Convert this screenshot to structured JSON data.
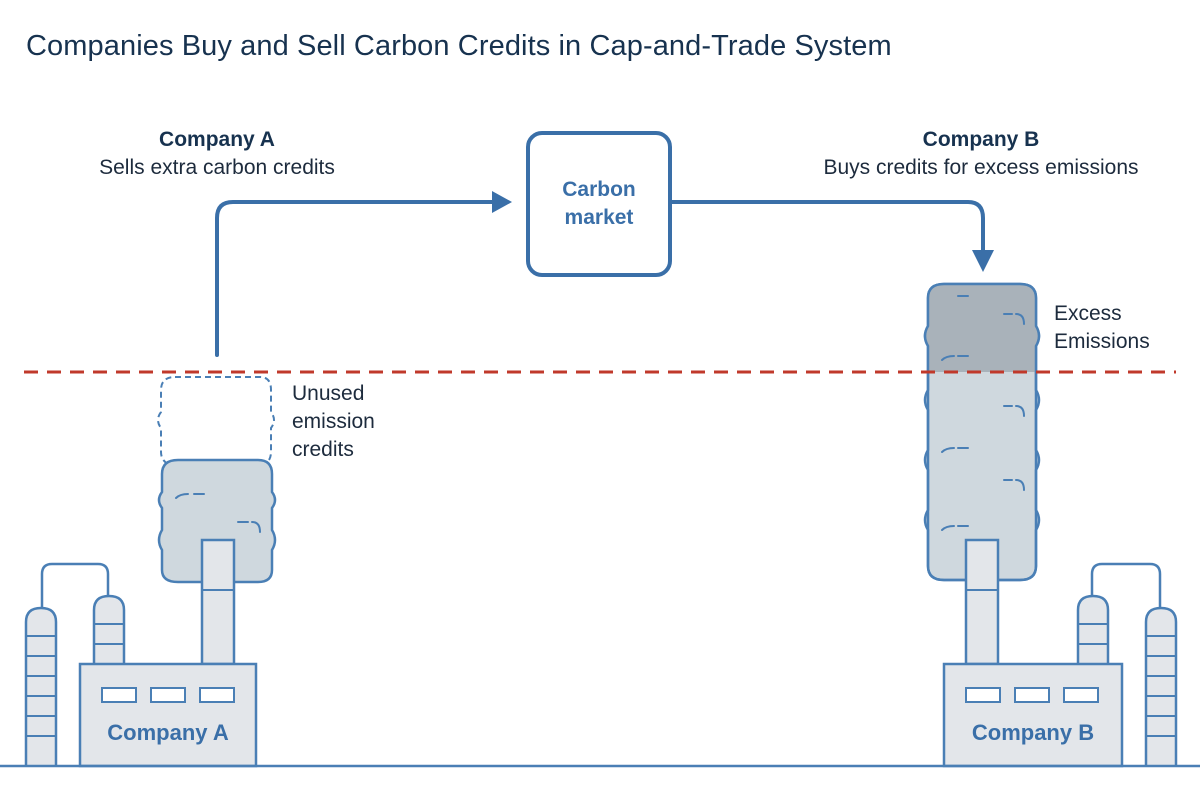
{
  "title": "Companies Buy and Sell Carbon Credits in Cap-and-Trade System",
  "seller": {
    "heading": "Company A",
    "description": "Sells extra carbon credits",
    "factory_label": "Company A",
    "unused_label_lines": [
      "Unused",
      "emission",
      "credits"
    ]
  },
  "market": {
    "label_lines": [
      "Carbon",
      "market"
    ]
  },
  "buyer": {
    "heading": "Company B",
    "description": "Buys credits for excess emissions",
    "factory_label": "Company B",
    "excess_label_lines": [
      "Excess",
      "Emissions"
    ]
  },
  "colors": {
    "title": "#17324f",
    "accent_blue": "#3a6fa8",
    "cap_line": "#c0392b",
    "smoke": "#cfd8de",
    "smoke_excess": "#a9b2ba",
    "factory_fill": "#e3e6ea",
    "outline": "#4a7fb5"
  }
}
